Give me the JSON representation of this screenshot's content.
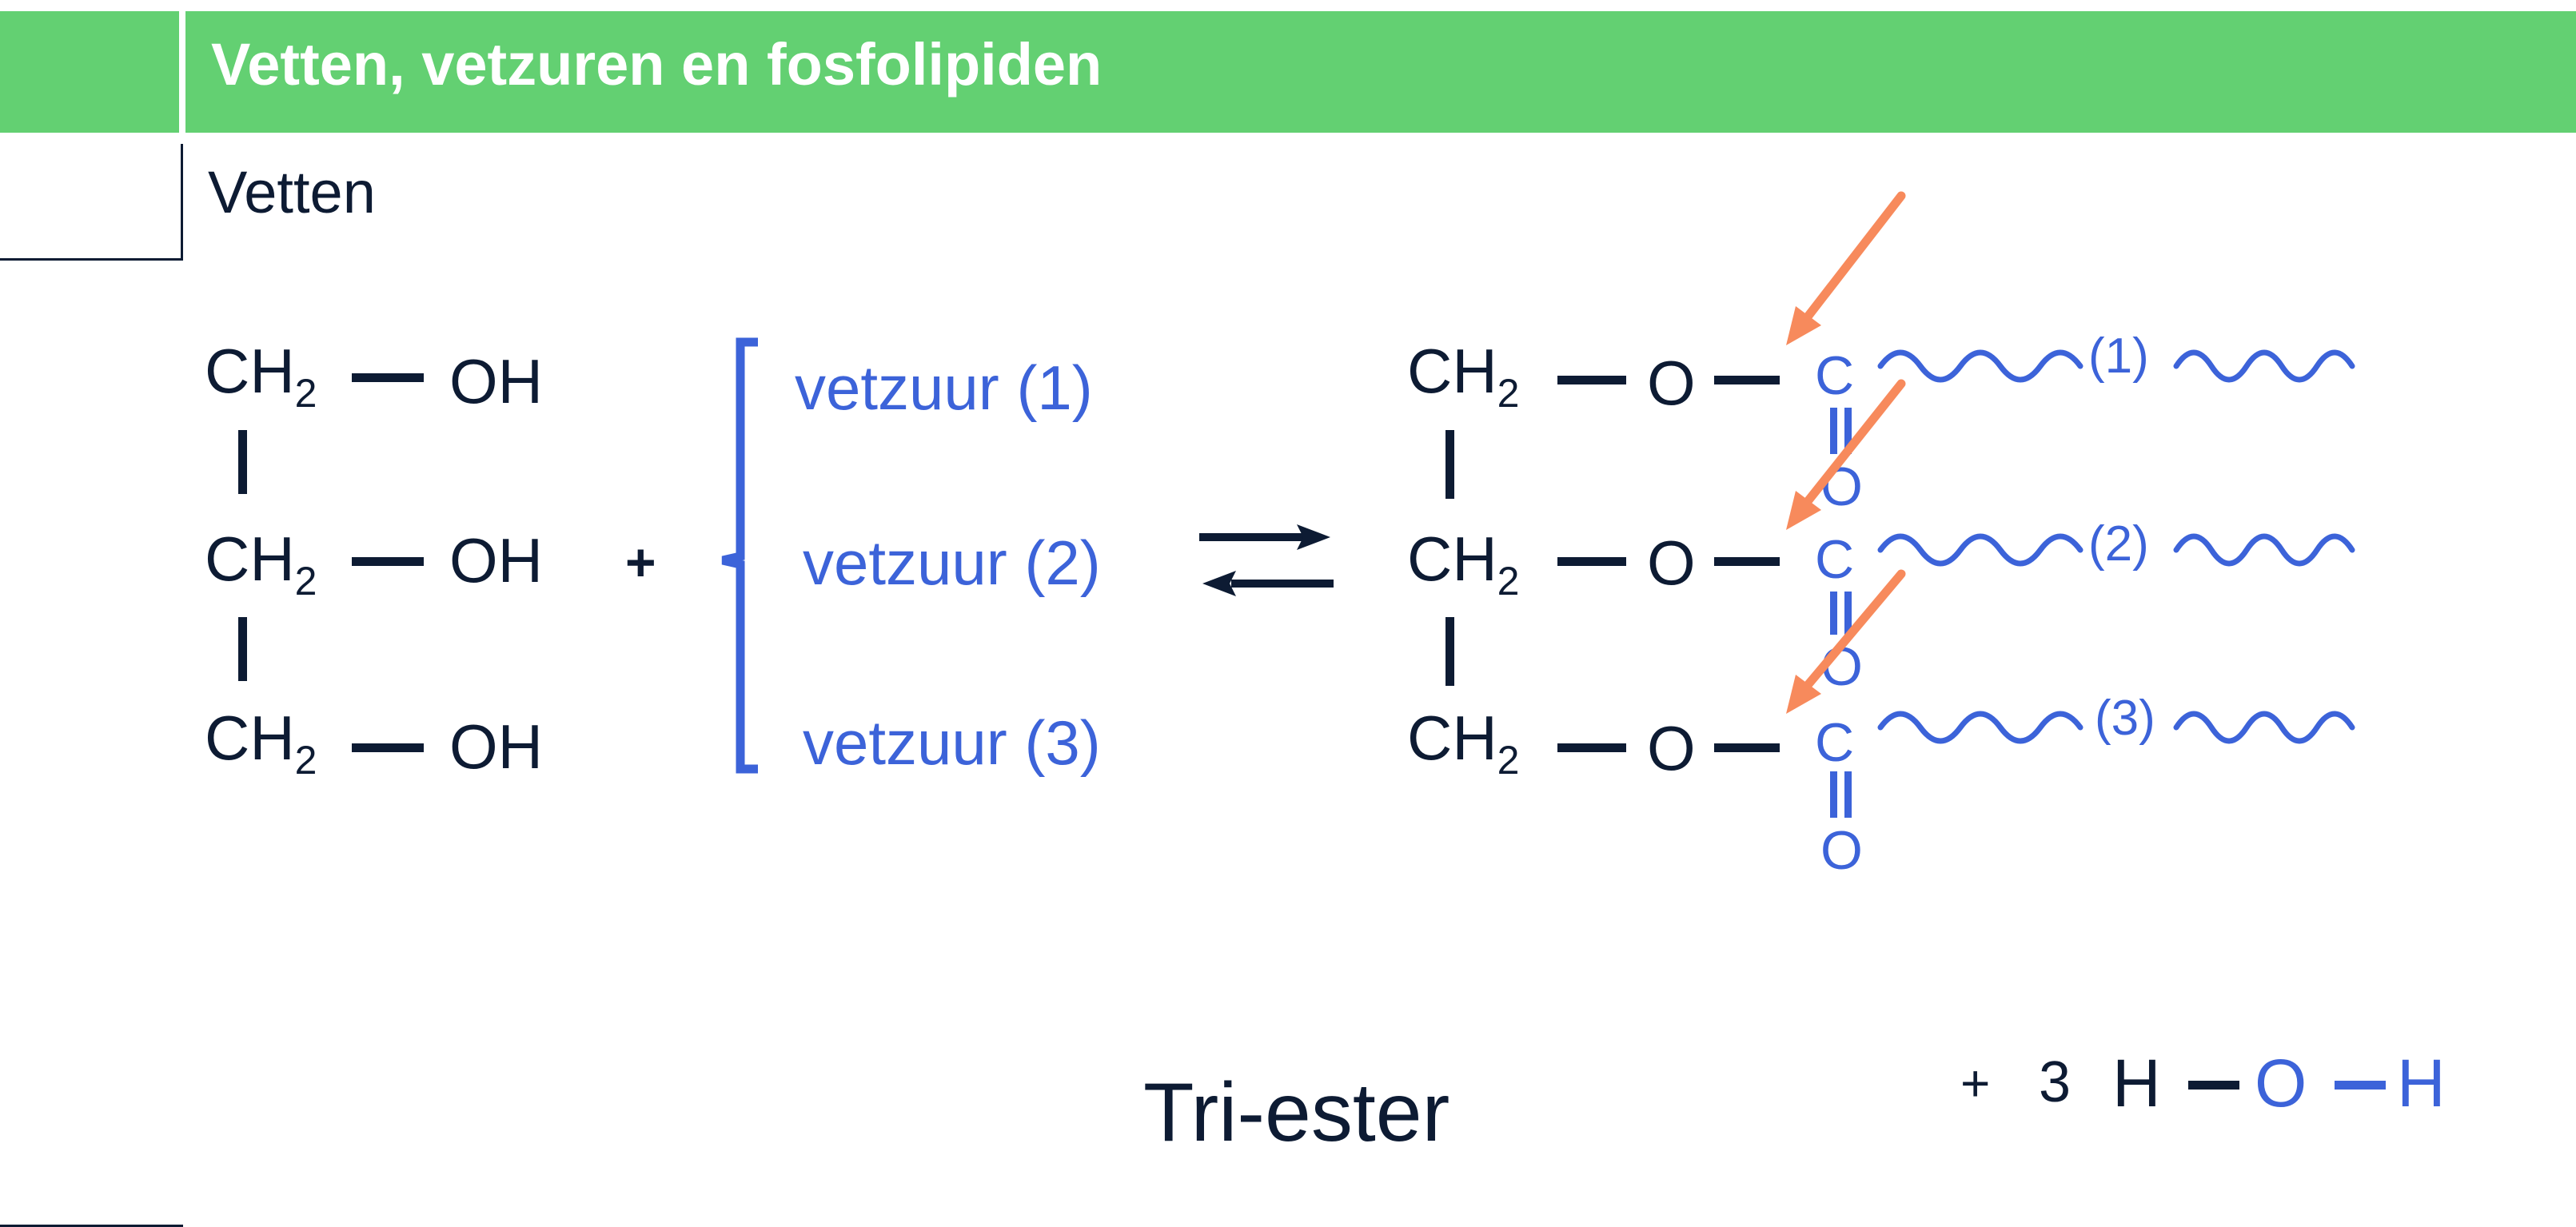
{
  "header": {
    "title": "Vetten, vetzuren en fosfolipiden"
  },
  "section": {
    "subtitle": "Vetten"
  },
  "glycerol": {
    "ch2": "CH",
    "subscript": "2",
    "oh": "OH"
  },
  "reaction": {
    "plus": "+",
    "fatty_acids": [
      "vetzuur (1)",
      "vetzuur (2)",
      "vetzuur (3)"
    ]
  },
  "product": {
    "ch2": "CH",
    "subscript": "2",
    "o": "O",
    "c": "C",
    "carbonyl_o": "O",
    "chain_labels": [
      "(1)",
      "(2)",
      "(3)"
    ],
    "caption": "Tri-ester"
  },
  "byproduct": {
    "plus": "+",
    "count": "3",
    "h": "H",
    "o": "O"
  },
  "colors": {
    "banner": "#63d072",
    "dark": "#0d1b33",
    "blue": "#3c63d9",
    "arrow": "#f78a5c"
  }
}
